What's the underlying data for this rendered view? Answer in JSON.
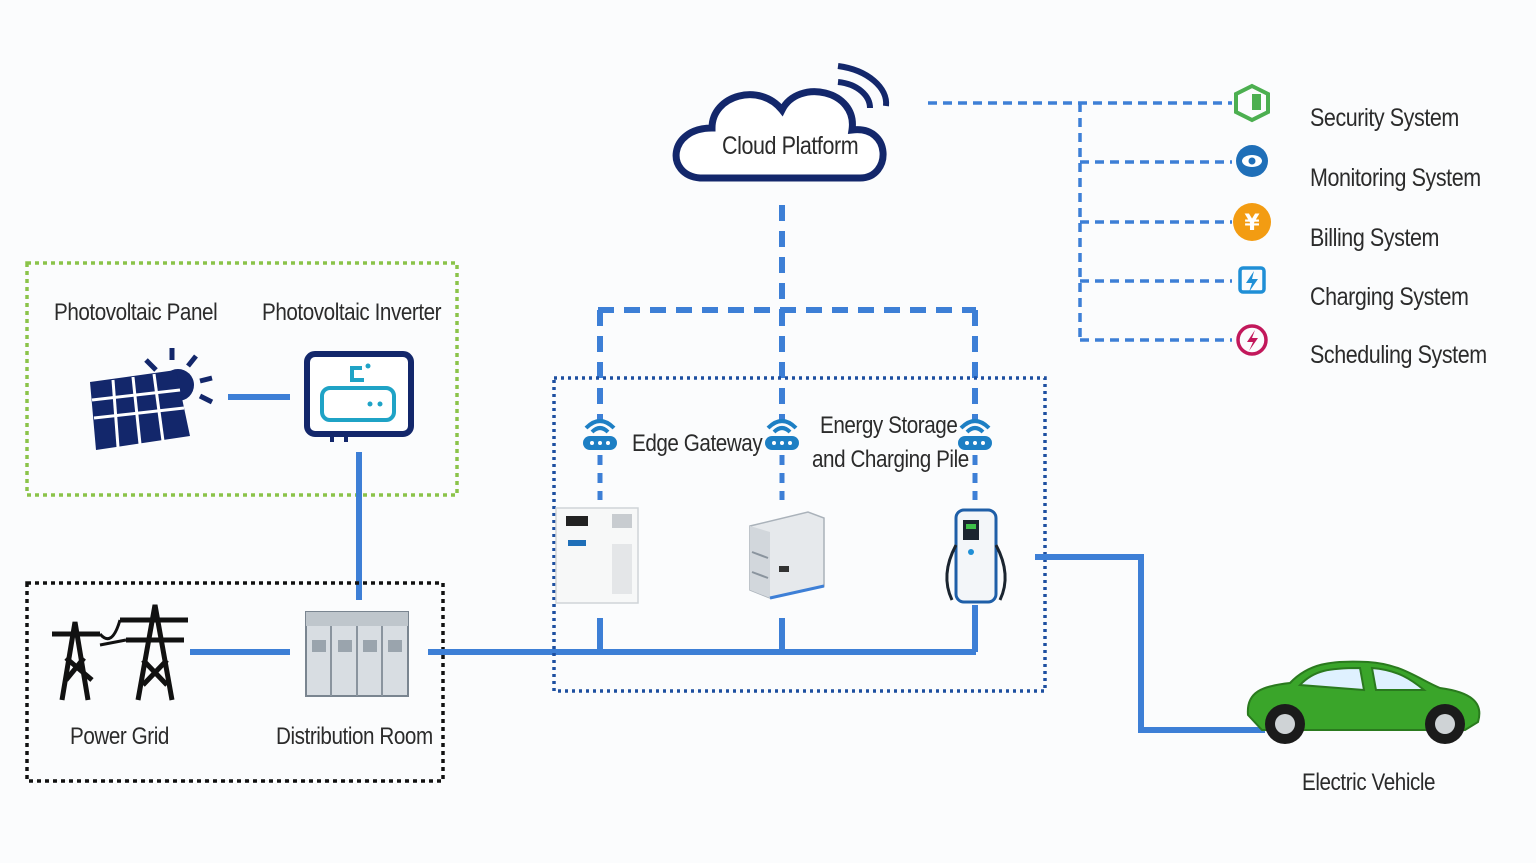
{
  "cloud": {
    "label": "Cloud Platform"
  },
  "systems": [
    {
      "label": "Security System",
      "icon": "shield-icon",
      "color": "#4caf50"
    },
    {
      "label": "Monitoring System",
      "icon": "eye-icon",
      "color": "#1f6fb8"
    },
    {
      "label": "Billing System",
      "icon": "yen-icon",
      "color": "#f39c12"
    },
    {
      "label": "Charging System",
      "icon": "charging-icon",
      "color": "#1f8fd6"
    },
    {
      "label": "Scheduling System",
      "icon": "scheduling-icon",
      "color": "#c2185b"
    }
  ],
  "pv": {
    "panel_label": "Photovoltaic Panel",
    "inverter_label": "Photovoltaic Inverter"
  },
  "grid": {
    "power_grid_label": "Power Grid",
    "distribution_label": "Distribution Room"
  },
  "edge": {
    "gateway_label": "Edge Gateway",
    "storage_line1": "Energy Storage",
    "storage_line2": "and Charging Pile"
  },
  "vehicle": {
    "label": "Electric Vehicle",
    "color": "#3aa52a"
  },
  "colors": {
    "line_blue": "#3d7fd6",
    "dark_navy": "#13276b",
    "pv_box": "#8bc34a",
    "grid_box": "#111111"
  }
}
